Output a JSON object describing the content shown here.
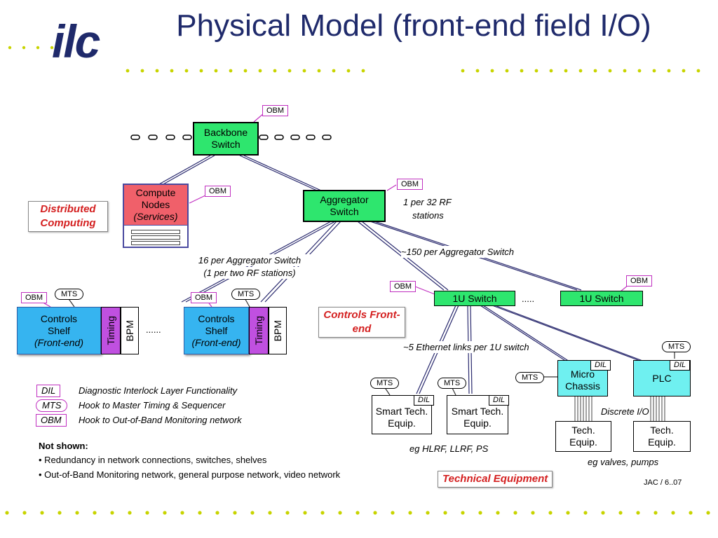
{
  "slide": {
    "title": "Physical Model (front-end field I/O)",
    "logo": "ilc",
    "footer": "JAC / 6..07"
  },
  "nodes": {
    "backbone": "Backbone Switch",
    "compute_line1": "Compute",
    "compute_line2": "Nodes",
    "compute_line3": "(Services)",
    "aggregator": "Aggregator Switch",
    "switch_1u_a": "1U Switch",
    "switch_1u_b": "1U Switch",
    "shelf_line1": "Controls",
    "shelf_line2": "Shelf",
    "shelf_line3": "(Front-end)",
    "timing": "Timing",
    "bpm": "BPM",
    "micro_line1": "Micro",
    "micro_line2": "Chassis",
    "plc": "PLC",
    "smart_line1": "Smart Tech.",
    "smart_line2": "Equip.",
    "tech_line1": "Tech.",
    "tech_line2": "Equip."
  },
  "tags": {
    "obm": "OBM",
    "mts": "MTS",
    "dil": "DIL"
  },
  "labels": {
    "distributed": "Distributed Computing",
    "controls_fe": "Controls Front-end",
    "technical": "Technical Equipment"
  },
  "annotations": {
    "rf_line1": "1 per 32 RF",
    "rf_line2": "stations",
    "per_agg_16_line1": "16 per Aggregator Switch",
    "per_agg_16_line2": "(1 per two RF stations)",
    "per_agg_150": "~150 per Aggregator Switch",
    "eth_links": "~5 Ethernet links per 1U switch",
    "discrete_io": "Discrete I/O",
    "eg_hlrf": "eg HLRF, LLRF, PS",
    "eg_valves": "eg valves, pumps",
    "ellipsis_shelves": "......",
    "ellipsis_switch": "....."
  },
  "legend": {
    "dil_text": "Diagnostic Interlock Layer Functionality",
    "mts_text": "Hook to Master Timing & Sequencer",
    "obm_text": "Hook to Out-of-Band Monitoring network"
  },
  "not_shown": {
    "heading": "Not shown:",
    "item1": "Redundancy in network connections, switches, shelves",
    "item2": "Out-of-Band Monitoring network, general purpose network, video network"
  },
  "colors": {
    "title": "#1f2a6b",
    "switch_green": "#2ee66e",
    "shelf_blue": "#36b4f0",
    "chassis_cyan": "#6ff0f0",
    "compute_red": "#f0606a",
    "timing_purple": "#c050e0",
    "label_red": "#d42020",
    "dot_green": "#c8d400",
    "link_navy": "#2a2a6e"
  }
}
